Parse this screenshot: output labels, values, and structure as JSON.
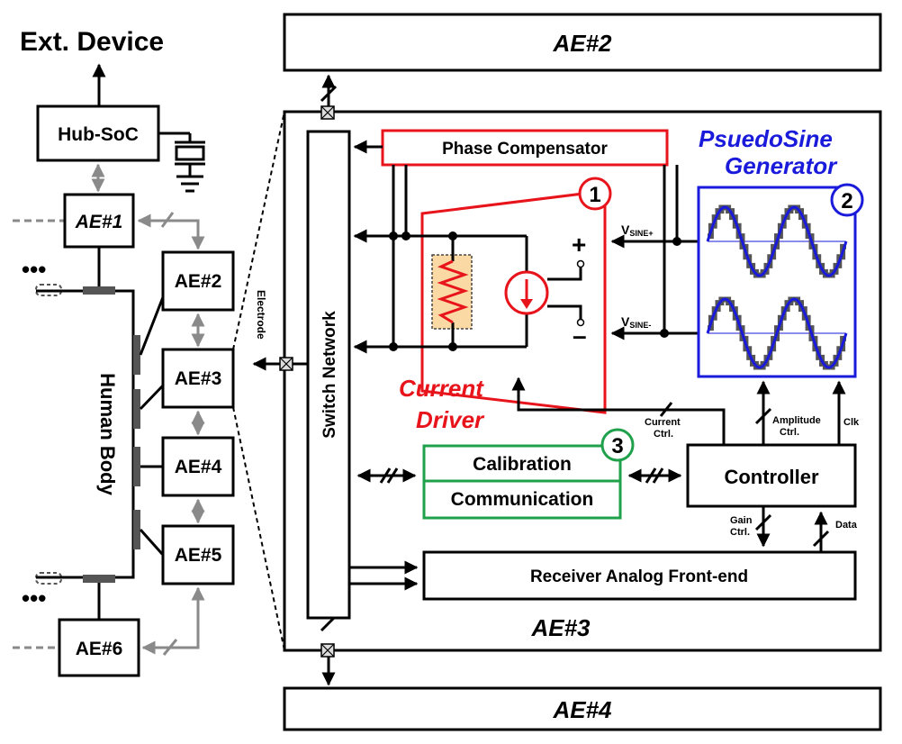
{
  "left_system": {
    "ext_device": "Ext. Device",
    "hub_soc": "Hub-SoC",
    "human_body": "Human Body",
    "ae1": "AE#1",
    "ae2": "AE#2",
    "ae3": "AE#3",
    "ae4": "AE#4",
    "ae5": "AE#5",
    "ae6": "AE#6",
    "ellipsis": "•••"
  },
  "top_bus_label": "AE#2",
  "bottom_bus_label": "AE#4",
  "detail": {
    "label": "AE#3",
    "electrode": "Electrode",
    "switch_network": "Switch Network",
    "phase_compensator": "Phase Compensator",
    "pseudosine_line1": "PsuedoSine",
    "pseudosine_line2": "Generator",
    "current_driver_line1": "Current",
    "current_driver_line2": "Driver",
    "marker1": "1",
    "marker2": "2",
    "marker3": "3",
    "plus": "+",
    "minus": "–",
    "v_sine_plus_main": "V",
    "v_sine_plus_sub": "SINE+",
    "v_sine_minus_main": "V",
    "v_sine_minus_sub": "SINE-",
    "calibration": "Calibration",
    "communication": "Communication",
    "controller": "Controller",
    "receiver": "Receiver Analog Front-end",
    "current_ctrl_1": "Current",
    "current_ctrl_2": "Ctrl.",
    "amplitude_ctrl_1": "Amplitude",
    "amplitude_ctrl_2": "Ctrl.",
    "clk": "Clk",
    "gain_ctrl_1": "Gain",
    "gain_ctrl_2": "Ctrl.",
    "data": "Data"
  },
  "colors": {
    "current_driver": "#e8141b",
    "pseudosine": "#1a1adb",
    "comm_block": "#1fa04a",
    "gray_link": "#8a8a8a",
    "resistor_fill": "#fbd9a5"
  }
}
